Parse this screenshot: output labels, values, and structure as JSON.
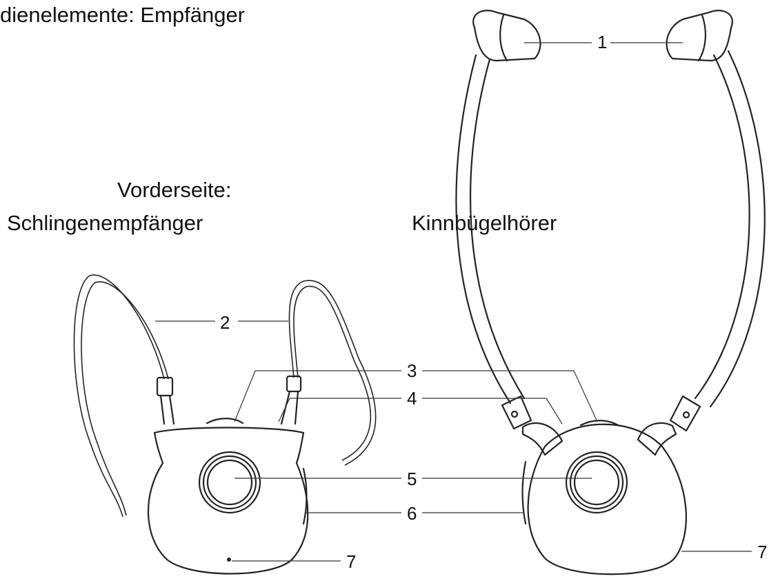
{
  "title": "dienelemente: Empfänger",
  "labels": {
    "front": "Vorderseite:",
    "loop_receiver": "Schlingenempfänger",
    "chin_headset": "Kinnbügelhörer"
  },
  "callouts": {
    "c1": "1",
    "c2": "2",
    "c3": "3",
    "c4": "4",
    "c5": "5",
    "c6": "6",
    "c7a": "7",
    "c7b": "7"
  }
}
